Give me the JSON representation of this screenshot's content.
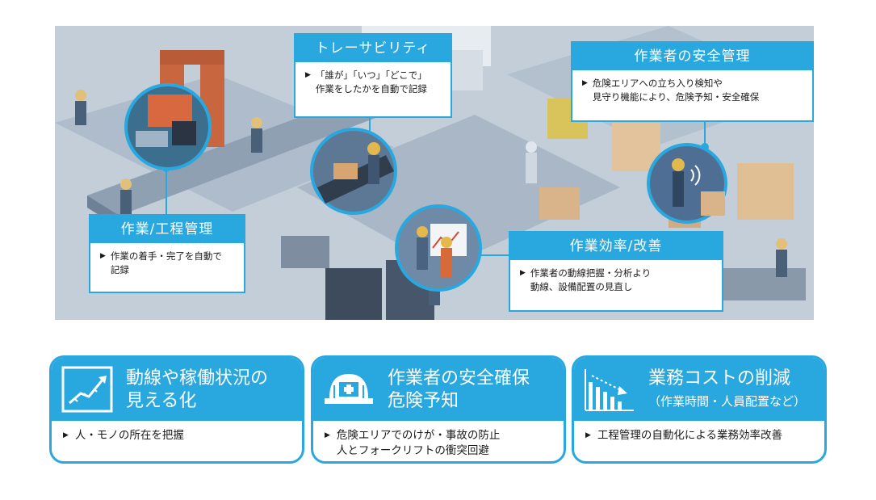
{
  "callouts": {
    "kotei": {
      "title": "作業/工程管理",
      "lines": [
        "作業の着手・完了を自動で",
        "記録"
      ]
    },
    "trace": {
      "title": "トレーサビリティ",
      "lines": [
        "「誰が」「いつ」「どこで」",
        "作業をしたかを自動で記録"
      ]
    },
    "safety": {
      "title": "作業者の安全管理",
      "lines": [
        "危険エリアへの立ち入り検知や",
        "見守り機能により、危険予知・安全確保"
      ]
    },
    "efficiency": {
      "title": "作業効率/改善",
      "lines": [
        "作業者の動線把握・分析より",
        "動線、設備配置の見直し"
      ]
    }
  },
  "cards": [
    {
      "title_lines": [
        "動線や稼働状況の",
        "見える化"
      ],
      "subtitle": "",
      "icon": "trend-chart-icon",
      "desc_lines": [
        "人・モノの所在を把握"
      ]
    },
    {
      "title_lines": [
        "作業者の安全確保",
        "危険予知"
      ],
      "subtitle": "",
      "icon": "safety-helmet-icon",
      "desc_lines": [
        "危険エリアでのけが・事故の防止",
        "人とフォークリフトの衝突回避"
      ]
    },
    {
      "title_lines": [
        "業務コストの削減"
      ],
      "subtitle": "（作業時間・人員配置など）",
      "icon": "cost-reduction-chart-icon",
      "desc_lines": [
        "工程管理の自動化による業務効率改善"
      ]
    }
  ],
  "colors": {
    "accent": "#29a8e0",
    "scene_bg": "#b9c6d3"
  }
}
